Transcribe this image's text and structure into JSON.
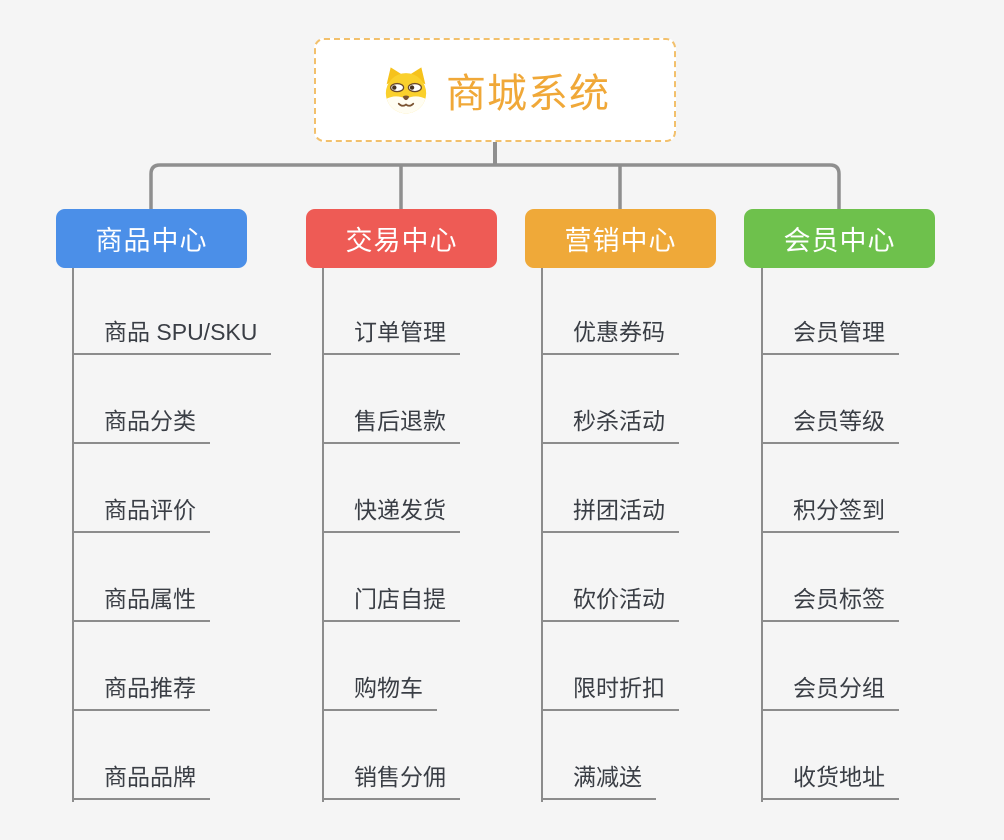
{
  "page": {
    "background_color": "#f5f5f5",
    "connector_color": "#8f8f8f"
  },
  "root": {
    "title": "商城系统",
    "icon": "dog-face-icon",
    "text_color": "#f0a838",
    "border_color": "#f2c06c"
  },
  "branches": [
    {
      "label": "商品中心",
      "color": "#4b8fe8",
      "children": [
        "商品 SPU/SKU",
        "商品分类",
        "商品评价",
        "商品属性",
        "商品推荐",
        "商品品牌"
      ]
    },
    {
      "label": "交易中心",
      "color": "#ee5b55",
      "children": [
        "订单管理",
        "售后退款",
        "快递发货",
        "门店自提",
        "购物车",
        "销售分佣"
      ]
    },
    {
      "label": "营销中心",
      "color": "#efa939",
      "children": [
        "优惠券码",
        "秒杀活动",
        "拼团活动",
        "砍价活动",
        "限时折扣",
        "满减送"
      ]
    },
    {
      "label": "会员中心",
      "color": "#6ec14c",
      "children": [
        "会员管理",
        "会员等级",
        "积分签到",
        "会员标签",
        "会员分组",
        "收货地址"
      ]
    }
  ]
}
